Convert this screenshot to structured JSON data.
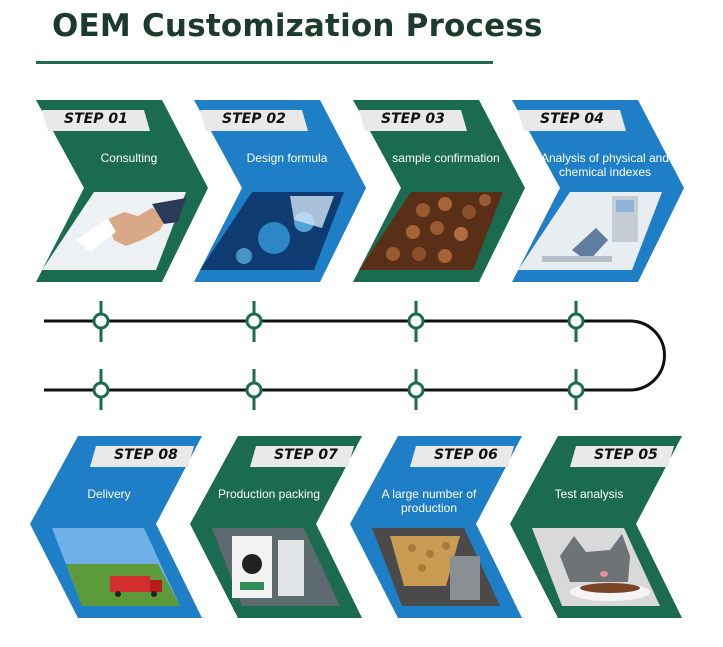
{
  "header": {
    "title": "OEM Customization Process"
  },
  "colors": {
    "green": "#1a6b4f",
    "blue": "#1e7fc6",
    "line": "#111111"
  },
  "steps_top": [
    {
      "label": "STEP 01",
      "text": "Consulting",
      "color": "green",
      "picture": "handshake"
    },
    {
      "label": "STEP 02",
      "text": "Design formula",
      "color": "blue",
      "picture": "laboratory"
    },
    {
      "label": "STEP 03",
      "text": "sample confirmation",
      "color": "green",
      "picture": "pet-food-kibble"
    },
    {
      "label": "STEP 04",
      "text": "Analysis of physical and chemical indexes",
      "color": "blue",
      "picture": "lab-analysis"
    }
  ],
  "steps_bottom": [
    {
      "label": "STEP 08",
      "text": "Delivery",
      "color": "blue",
      "picture": "delivery-truck"
    },
    {
      "label": "STEP 07",
      "text": "Production packing",
      "color": "green",
      "picture": "packaging-bags"
    },
    {
      "label": "STEP 06",
      "text": "A large number of production",
      "color": "blue",
      "picture": "production-machine"
    },
    {
      "label": "STEP 05",
      "text": "Test analysis",
      "color": "green",
      "picture": "cat-eating"
    }
  ]
}
